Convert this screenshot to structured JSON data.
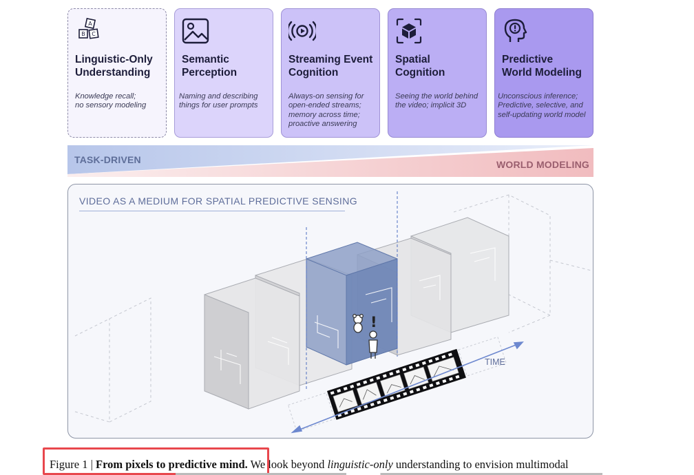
{
  "cards": [
    {
      "title": "Linguistic-Only\nUnderstanding",
      "description": "Knowledge recall;\nno sensory modeling",
      "icon": "abc-blocks-icon"
    },
    {
      "title": "Semantic\nPerception",
      "description": "Naming and describing\nthings for user prompts",
      "icon": "image-icon"
    },
    {
      "title": "Streaming Event\nCognition",
      "description": "Always-on sensing for\nopen-ended streams;\nmemory across time;\nproactive answering",
      "icon": "streaming-icon"
    },
    {
      "title": "Spatial\nCognition",
      "description": "Seeing the world behind\nthe video; implicit 3D",
      "icon": "cube-icon"
    },
    {
      "title": "Predictive\nWorld Modeling",
      "description": "Unconscious inference;\nPredictive, selective, and\nself-updating world model",
      "icon": "brain-head-icon"
    }
  ],
  "spectrum": {
    "left_label": "TASK-DRIVEN",
    "right_label": "WORLD MODELING"
  },
  "panel": {
    "title": "VIDEO AS A MEDIUM FOR SPATIAL PREDICTIVE SENSING",
    "time_label": "TIME"
  },
  "caption": {
    "figure_label": "Figure 1 | ",
    "bold": "From pixels to predictive mind.",
    "text_1": " We look beyond ",
    "emphasis": "linguistic-only",
    "text_2": " understanding to envision multimodal"
  },
  "colors": {
    "highlight": "#e8474d",
    "card_darkest": "#a999ef",
    "active_volume": "#6f86b6"
  }
}
